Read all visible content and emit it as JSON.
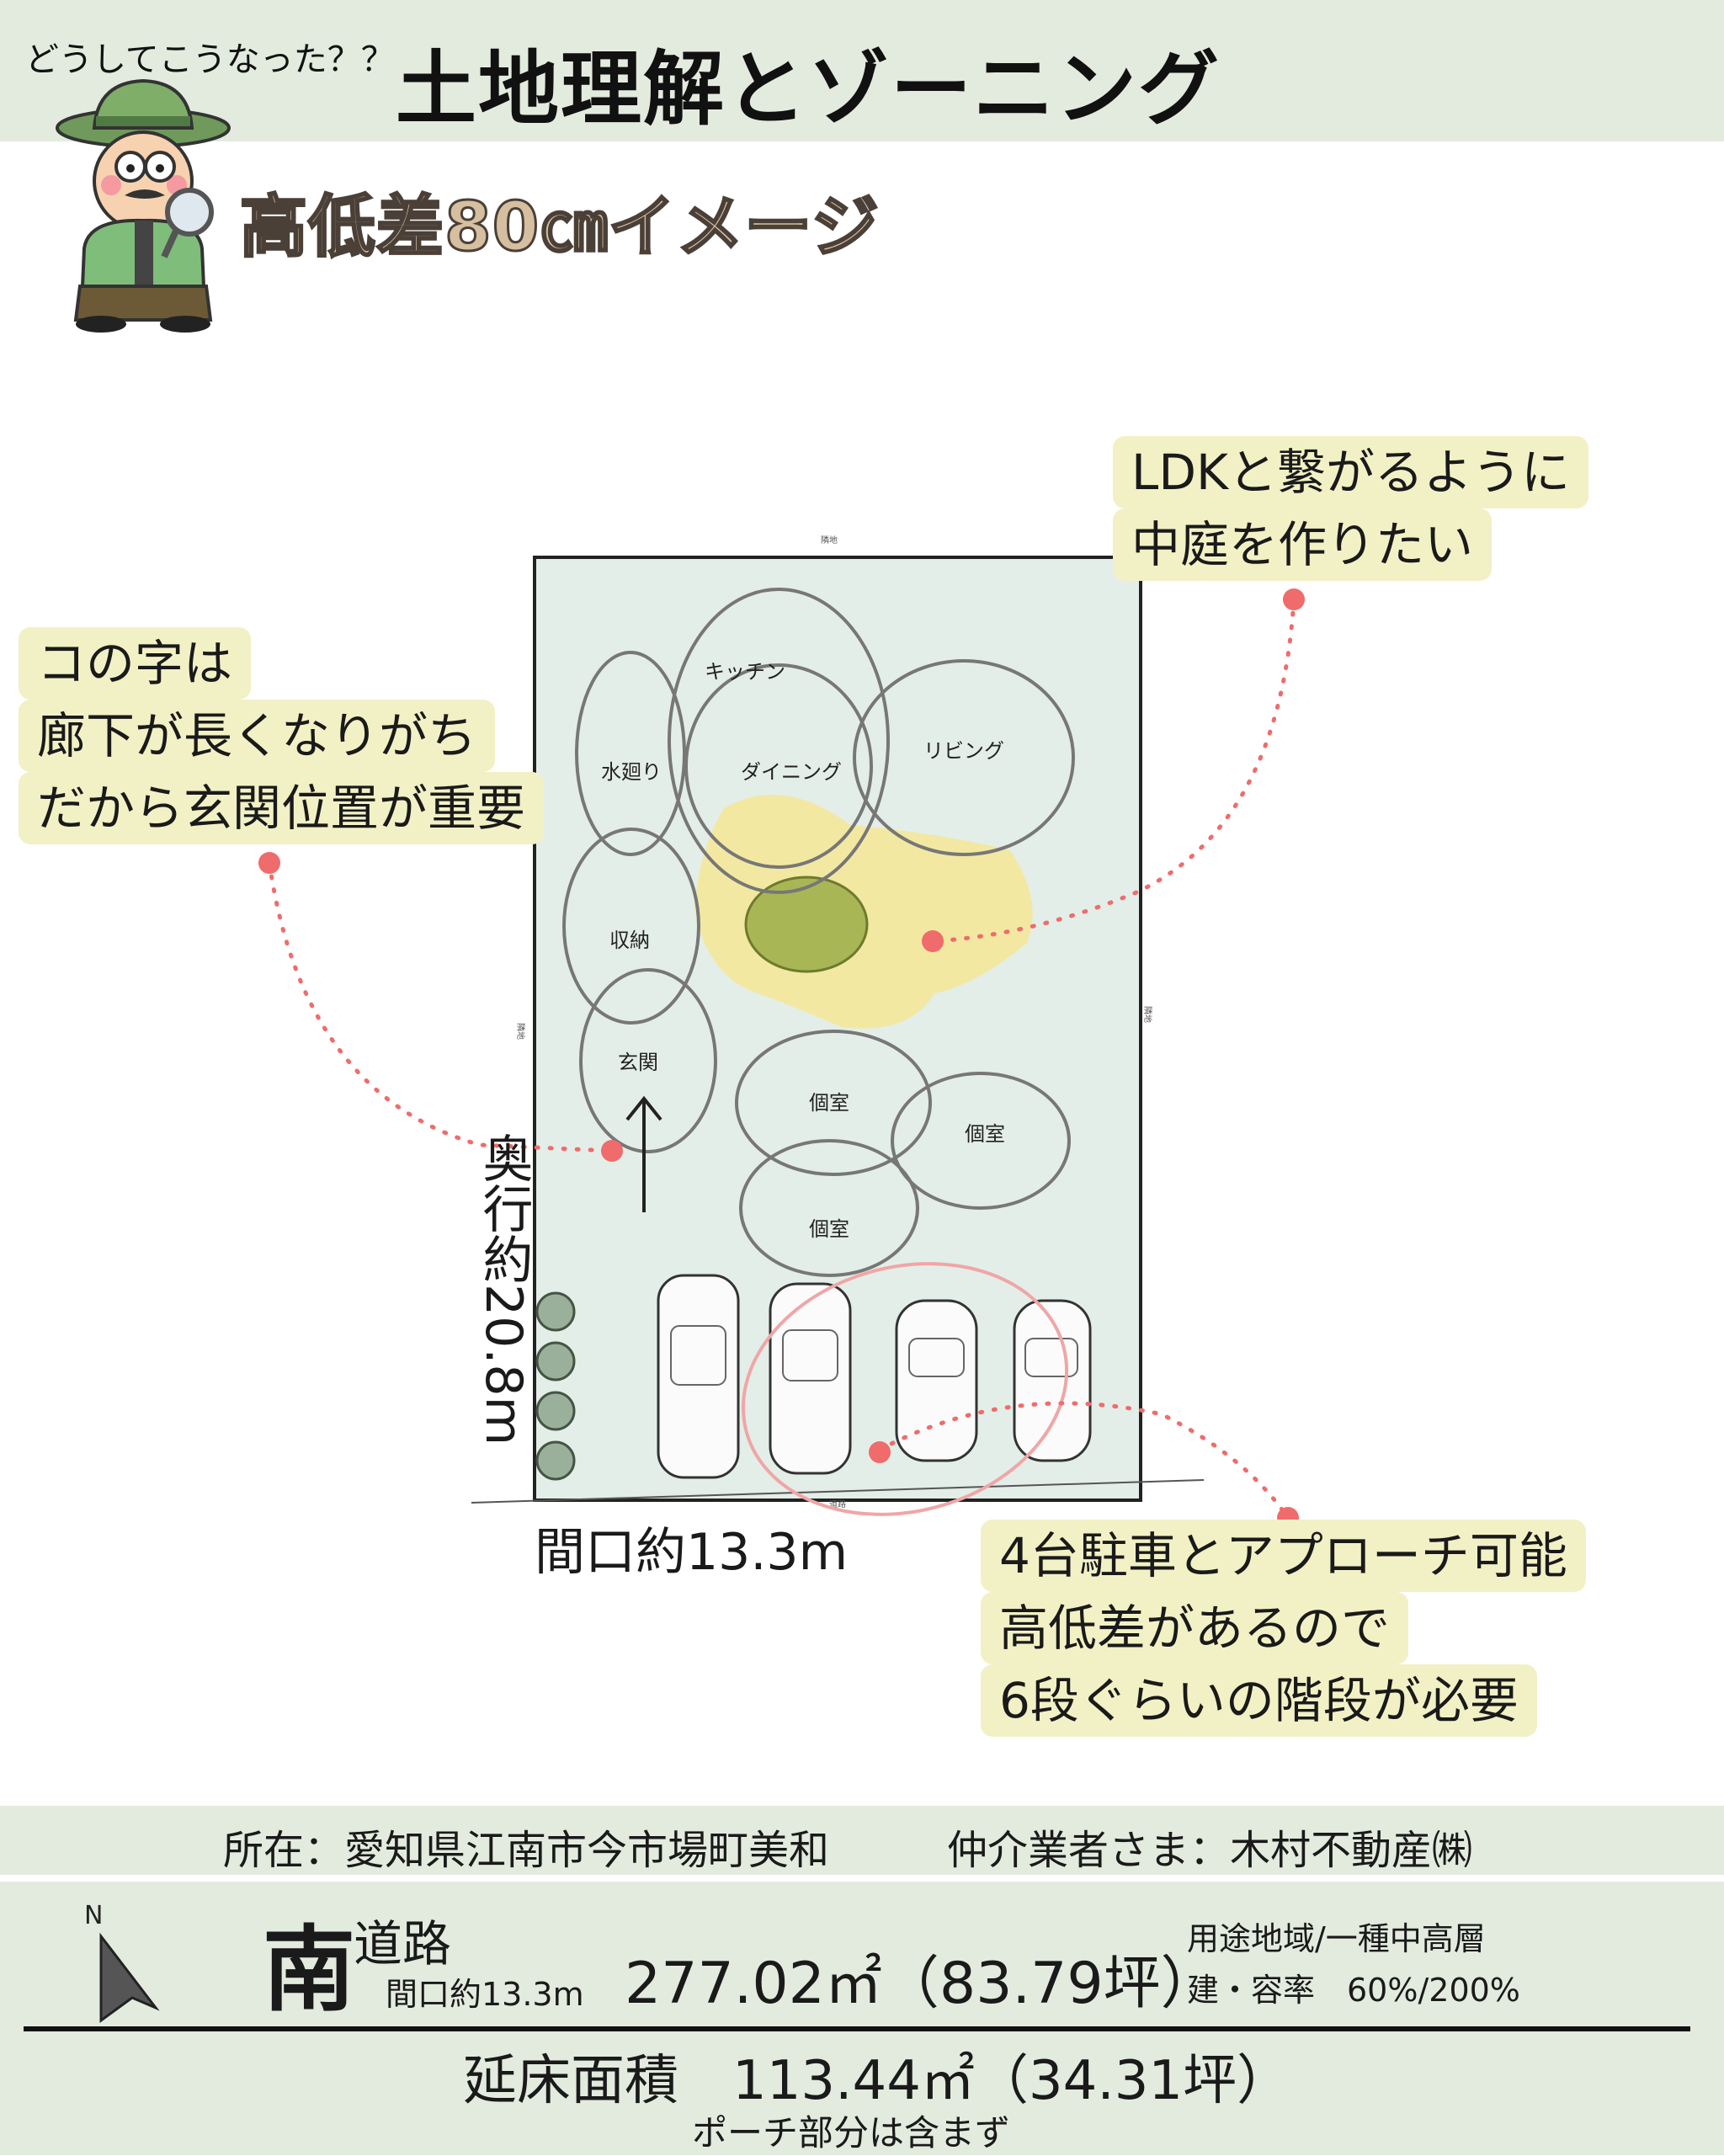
{
  "header": {
    "kicker": "どうしてこうなった？？",
    "title": "土地理解とゾーニング",
    "subtitle": "高低差80㎝イメージ"
  },
  "notes": {
    "left": [
      "コの字は",
      "廊下が長くなりがち",
      "だから玄関位置が重要"
    ],
    "top_right": [
      "LDKと繋がるように",
      "中庭を作りたい"
    ],
    "bottom_right": [
      "4台駐車とアプローチ可能",
      "高低差があるので",
      "6段ぐらいの階段が必要"
    ]
  },
  "rooms": {
    "kitchen": "キッチン",
    "water": "水廻り",
    "dining": "ダイニング",
    "living": "リビング",
    "storage": "収納",
    "entrance": "玄関",
    "private1": "個室",
    "private2": "個室",
    "private3": "個室"
  },
  "site_labels": {
    "top": "隣地",
    "left": "隣地",
    "right": "隣地",
    "bottom": "道路"
  },
  "dimensions": {
    "depth": "奥行約20.8m",
    "frontage": "間口約13.3m"
  },
  "info": {
    "location": "所在：愛知県江南市今市場町美和",
    "broker": "仲介業者さま：木村不動産㈱"
  },
  "summary": {
    "compass_label": "N",
    "direction": "南",
    "road": "道路",
    "frontage": "間口約13.3m",
    "area": "277.02㎡（83.79坪）",
    "zoning": "用途地域/一種中高層",
    "ratio": "建・容率　60%/200%",
    "floor_area": "延床面積　113.44㎡（34.31坪）",
    "porch_note": "ポーチ部分は含まず"
  },
  "colors": {
    "band": "#e3ebdf",
    "site_fill": "#e4eee8",
    "courtyard": "#f3e79a",
    "tree": "#a9b655",
    "note_bg": "#f2f1c6",
    "accent": "#f06b6b"
  }
}
